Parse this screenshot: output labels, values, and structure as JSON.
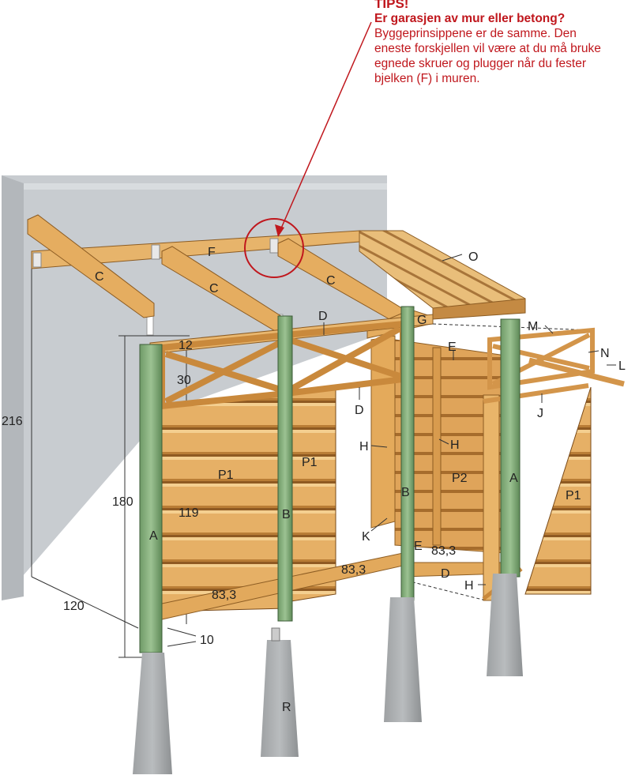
{
  "tips": {
    "title": "TIPS!",
    "lead": "Er garasjen av mur eller betong?",
    "body": "Byggeprinsippene er de samme. Den eneste forskjellen vil være at du må bruke egnede skruer og plugger når du fester bjelken (F) i muren."
  },
  "labels": {
    "A1": "A",
    "A2": "A",
    "B1": "B",
    "B2": "B",
    "C1": "C",
    "C2": "C",
    "C3": "C",
    "D1": "D",
    "D2": "D",
    "D3": "D",
    "E1": "E",
    "E2": "E",
    "F": "F",
    "G": "G",
    "H1": "H",
    "H2": "H",
    "H3": "H",
    "J": "J",
    "K": "K",
    "L": "L",
    "M": "M",
    "N": "N",
    "O": "O",
    "P1a": "P1",
    "P1b": "P1",
    "P1c": "P1",
    "P2": "P2",
    "R": "R"
  },
  "dimensions": {
    "d216": "216",
    "d180": "180",
    "d120": "120",
    "d119": "119",
    "d12": "12",
    "d30": "30",
    "d10": "10",
    "d833a": "83,3",
    "d833b": "83,3",
    "d833c": "83,3"
  },
  "colors": {
    "accent": "#c0171d",
    "wood": "#e3ac5c",
    "post": "#86ad7c",
    "wall": "#c9cdd1",
    "concrete": "#a8abad"
  }
}
